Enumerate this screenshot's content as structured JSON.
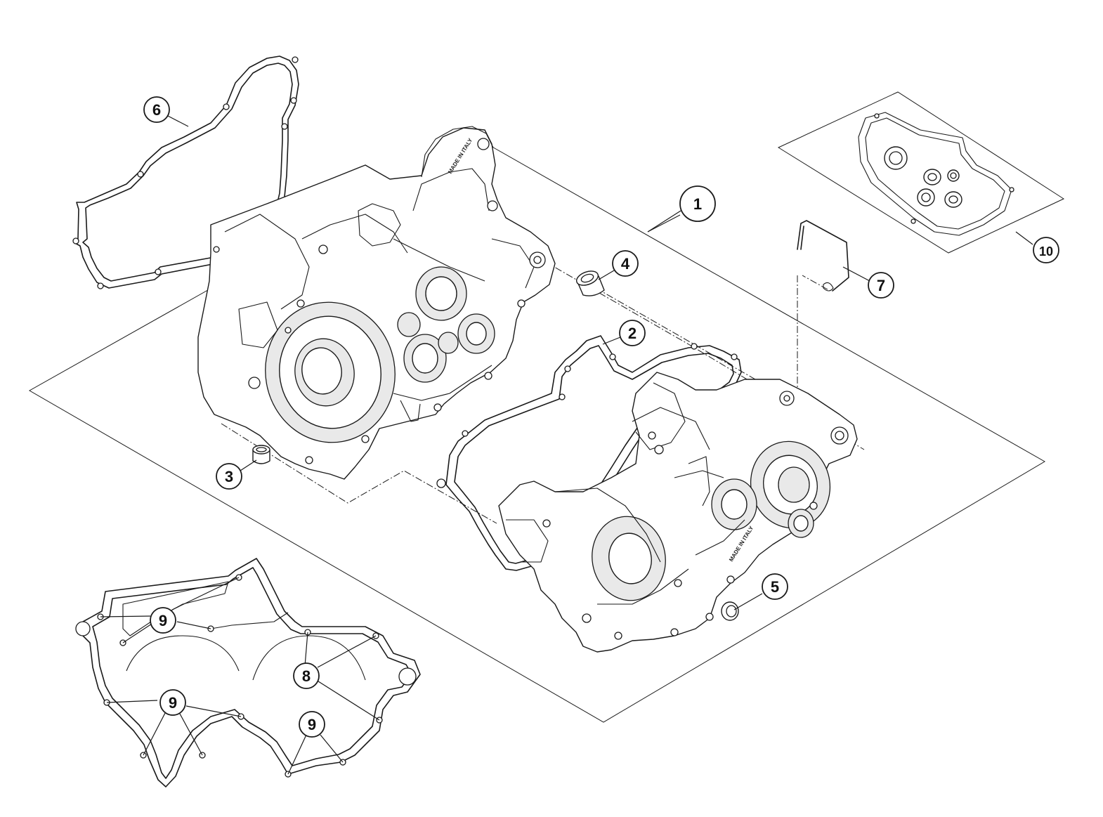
{
  "diagram": {
    "callouts": [
      {
        "id": "1",
        "label": "1"
      },
      {
        "id": "2",
        "label": "2"
      },
      {
        "id": "3",
        "label": "3"
      },
      {
        "id": "4",
        "label": "4"
      },
      {
        "id": "5",
        "label": "5"
      },
      {
        "id": "6",
        "label": "6"
      },
      {
        "id": "7",
        "label": "7"
      },
      {
        "id": "8",
        "label": "8"
      },
      {
        "id": "9a",
        "label": "9"
      },
      {
        "id": "9b",
        "label": "9"
      },
      {
        "id": "9c",
        "label": "9"
      },
      {
        "id": "10",
        "label": "10"
      }
    ],
    "stamps": {
      "left_half": "MADE IN ITALY",
      "right_half": "MADE IN ITALY"
    }
  }
}
